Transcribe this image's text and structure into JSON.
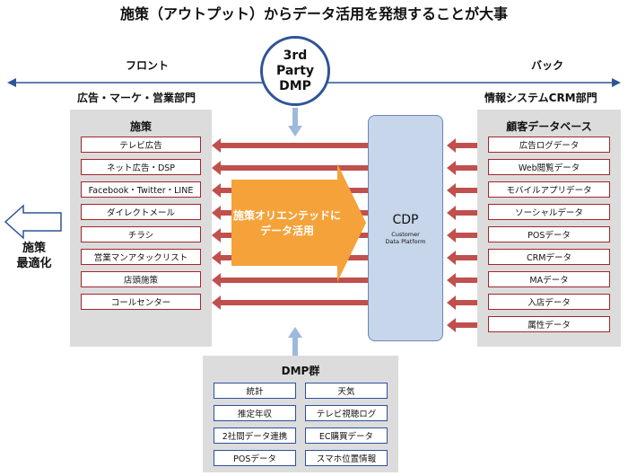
{
  "title": "施策（アウトプット）からデータ活用を発想することが大事",
  "axis": {
    "left_label": "フロント",
    "right_label": "バック"
  },
  "groups": {
    "left": "広告・マーケ・営業部門",
    "right": "情報システムCRM部門"
  },
  "third_party": {
    "line1": "3rd",
    "line2": "Party",
    "line3": "DMP"
  },
  "measures": {
    "title": "施策",
    "items": [
      "テレビ広告",
      "ネット広告・DSP",
      "Facebook・Twitter・LINE",
      "ダイレクトメール",
      "チラシ",
      "営業マンアタックリスト",
      "店頭施策",
      "コールセンター"
    ]
  },
  "big_arrow": {
    "line1": "施策オリエンテッドに",
    "line2": "データ活用"
  },
  "cdp": {
    "title": "CDP",
    "sub1": "Customer",
    "sub2": "Data Platform"
  },
  "customer_db": {
    "title": "顧客データベース",
    "items": [
      "広告ログデータ",
      "Web閲覧データ",
      "モバイルアプリデータ",
      "ソーシャルデータ",
      "POSデータ",
      "CRMデータ",
      "MAデータ",
      "入店データ",
      "属性データ"
    ]
  },
  "dmp_group": {
    "title": "DMP群",
    "items": [
      "統計",
      "天気",
      "推定年収",
      "テレビ視聴ログ",
      "2社間データ連携",
      "EC購買データ",
      "POSデータ",
      "スマホ位置情報"
    ]
  },
  "left_output": {
    "line1": "施策",
    "line2": "最適化"
  },
  "colors": {
    "axis_blue": "#2f5496",
    "red_arrow": "#c0504d",
    "orange_arrow": "#f5a23a",
    "panel_gray": "#dcdcdc",
    "cdp_blue": "#c7d6ea"
  }
}
